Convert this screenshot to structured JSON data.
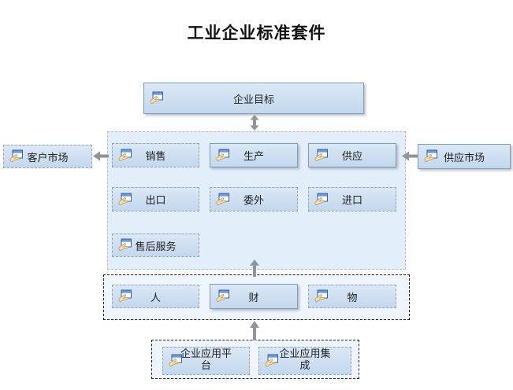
{
  "title": "工业企业标准套件",
  "nodes": {
    "goal": "企业目标",
    "customer_market": "客户市场",
    "supply_market": "供应市场",
    "sales": "销售",
    "production": "生产",
    "supply": "供应",
    "export": "出口",
    "outsource": "委外",
    "import": "进口",
    "after_sales": "售后服务",
    "people": "人",
    "finance": "财",
    "material": "物",
    "app_platform": "企业应用平台",
    "app_integration": "企业应用集成"
  },
  "icons": {
    "node_icon": "form-window-hand-icon",
    "arrows": [
      "up-down-arrow",
      "up-arrow",
      "left-arrow"
    ]
  },
  "colors": {
    "node_fill_top": "#dbe8f6",
    "node_fill_bottom": "#c3d7ec",
    "node_border_solid": "#7f9db9",
    "node_border_dashed": "#9aa1a8",
    "group_main_fill": "#e2eef9",
    "group_main_border": "#b3bac1",
    "group_infra_border": "#1c1c1c",
    "arrow_gray": "#8f969b",
    "title_color": "#111111"
  }
}
